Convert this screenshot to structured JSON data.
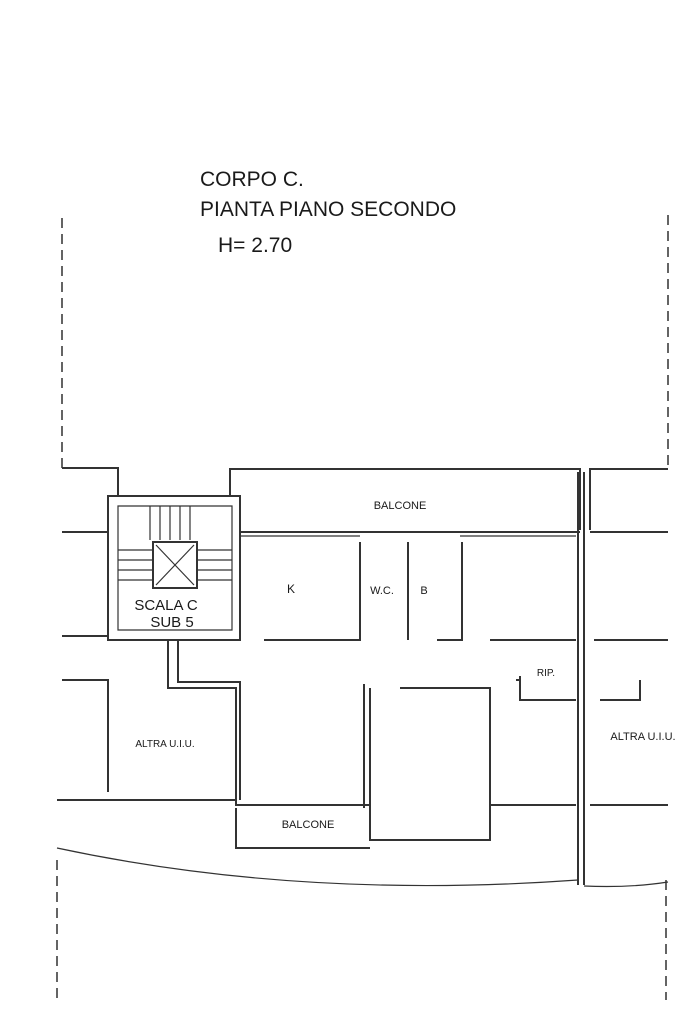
{
  "title": {
    "line1": "CORPO C.",
    "line2": "PIANTA PIANO SECONDO",
    "height": "H= 2.70"
  },
  "rooms": {
    "balcone_top": "BALCONE",
    "kitchen": "K",
    "wc": "W.C.",
    "bath": "B",
    "stair_line1": "SCALA C",
    "stair_line2": "SUB 5",
    "storage": "RIP.",
    "other_left": "ALTRA U.I.U.",
    "other_right": "ALTRA U.I.U.",
    "balcone_bottom": "BALCONE"
  }
}
